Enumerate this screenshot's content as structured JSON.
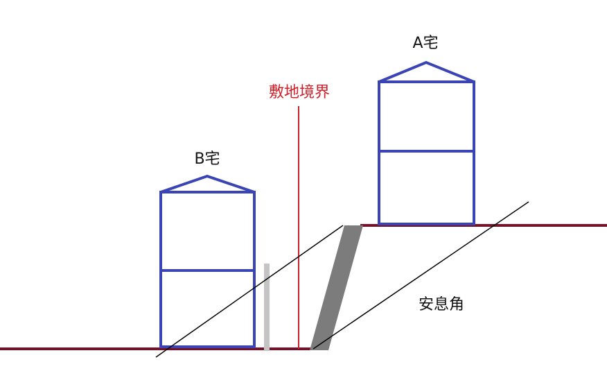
{
  "labels": {
    "house_a": "A宅",
    "house_b": "B宅",
    "boundary": "敷地境界",
    "angle_of_repose": "安息角"
  },
  "colors": {
    "ground": "#7a1028",
    "house_outline": "#3a44b4",
    "boundary_line": "#c8202a",
    "boundary_text": "#d0202a",
    "retaining_wall": "#7c7c7c",
    "fence_post": "#c4c4c4",
    "slope_line": "#000000",
    "text": "#111111"
  }
}
